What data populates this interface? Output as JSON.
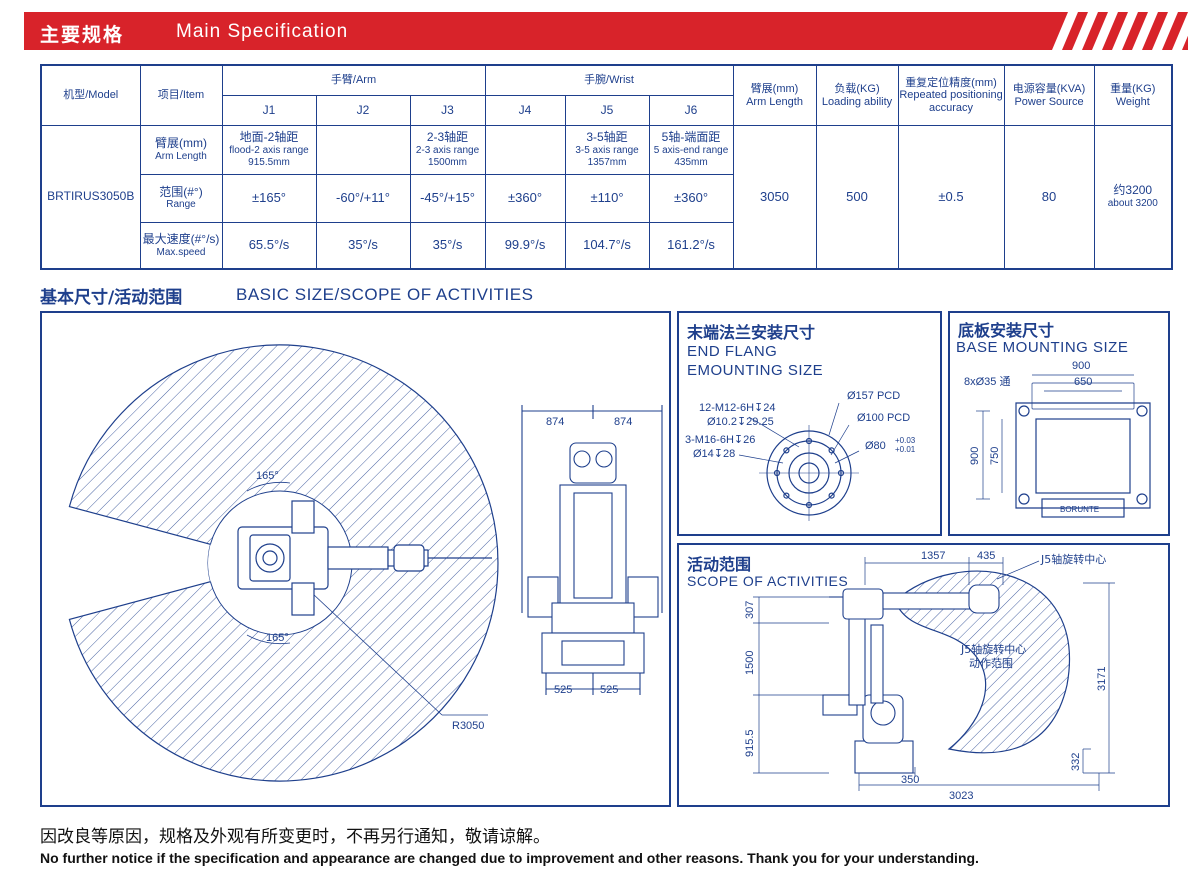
{
  "header": {
    "title_cn": "主要规格",
    "title_en": "Main Specification"
  },
  "spec_table": {
    "col_model": "机型/Model",
    "col_item": "项目/Item",
    "group_arm": "手臂/Arm",
    "group_wrist": "手腕/Wrist",
    "joints": [
      "J1",
      "J2",
      "J3",
      "J4",
      "J5",
      "J6"
    ],
    "col_arm_length": [
      "臂展(mm)",
      "Arm Length"
    ],
    "col_load": [
      "负载(KG)",
      "Loading ability"
    ],
    "col_repeat": [
      "重复定位精度(mm)",
      "Repeated positioning",
      "accuracy"
    ],
    "col_power": [
      "电源容量(KVA)",
      "Power Source"
    ],
    "col_weight": [
      "重量(KG)",
      "Weight"
    ],
    "model": "BRTIRUS3050B",
    "row_arm_length": [
      "臂展(mm)",
      "Arm Length"
    ],
    "row_range": [
      "范围(#°)",
      "Range"
    ],
    "row_speed": [
      "最大速度(#°/s)",
      "Max.speed"
    ],
    "arm_j1": [
      "地面-2轴距",
      "flood-2 axis range",
      "915.5mm"
    ],
    "arm_j3": [
      "2-3轴距",
      "2-3 axis range",
      "1500mm"
    ],
    "arm_j5": [
      "3-5轴距",
      "3-5 axis range",
      "1357mm"
    ],
    "arm_j6": [
      "5轴-端面距",
      "5 axis-end range",
      "435mm"
    ],
    "ranges": [
      "±165°",
      "-60°/+11°",
      "-45°/+15°",
      "±360°",
      "±110°",
      "±360°"
    ],
    "speeds": [
      "65.5°/s",
      "35°/s",
      "35°/s",
      "99.9°/s",
      "104.7°/s",
      "161.2°/s"
    ],
    "arm_length": "3050",
    "load": "500",
    "repeat": "±0.5",
    "power": "80",
    "weight": [
      "约3200",
      "about 3200"
    ]
  },
  "section": {
    "title_cn": "基本尺寸/活动范围",
    "title_en": "BASIC SIZE/SCOPE OF ACTIVITIES"
  },
  "main_panel": {
    "angle_top": "165°",
    "angle_bottom": "165°",
    "radius": "R3050",
    "dim_left": "874",
    "dim_right": "874",
    "base_left": "525",
    "base_right": "525"
  },
  "flange_panel": {
    "title_cn": "末端法兰安装尺寸",
    "title_en_1": "END FLANG",
    "title_en_2": "EMOUNTING SIZE",
    "pcd_157": "Ø157 PCD",
    "pcd_100": "Ø100 PCD",
    "d80": "Ø80",
    "tol_upper": "+0.03",
    "tol_lower": "+0.01",
    "m12_1": "12-M12-6H↧24",
    "m12_2": "Ø10.2↧29.25",
    "m16_1": "3-M16-6H↧26",
    "m16_2": "Ø14↧28"
  },
  "base_panel": {
    "title_cn": "底板安装尺寸",
    "title_en": "BASE MOUNTING SIZE",
    "holes": "8xØ35 通",
    "w900": "900",
    "w650": "650",
    "h900": "900",
    "h750": "750",
    "brand": "BORUNTE"
  },
  "scope_panel": {
    "title_cn": "活动范围",
    "title_en": "SCOPE OF ACTIVITIES",
    "d1357": "1357",
    "d435": "435",
    "j5_center": "J5轴旋转中心",
    "area_1": "J5轴旋转中心",
    "area_2": "动作范围",
    "d307": "307",
    "d1500": "1500",
    "d9155": "915.5",
    "d3171": "3171",
    "d332": "332",
    "d350": "350",
    "d3023": "3023"
  },
  "footer": {
    "cn": "因改良等原因，规格及外观有所变更时，不再另行通知，敬请谅解。",
    "en": "No further notice if the specification and appearance are changed due to improvement and other reasons. Thank you for your understanding."
  },
  "colors": {
    "accent_red": "#d8232a",
    "line_blue": "#1e3f8c"
  }
}
